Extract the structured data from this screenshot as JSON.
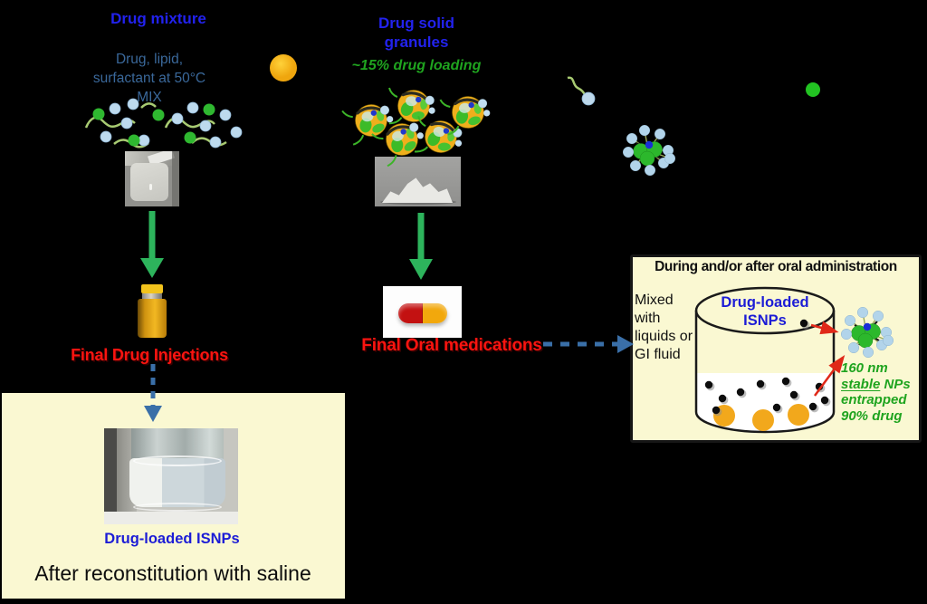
{
  "diagram": {
    "mixture": {
      "title": "Drug mixture",
      "subtitle_line1": "Drug, lipid,",
      "subtitle_line2": "surfactant at 50°C",
      "subtitle_line3": "MIX",
      "final_label": "Final Drug Injections"
    },
    "granules": {
      "title_line1": "Drug solid",
      "title_line2": "granules",
      "loading_note": "~15% drug loading",
      "final_label": "Final Oral medications"
    },
    "reconstitution_panel": {
      "np_label": "Drug-loaded ISNPs",
      "caption": "After reconstitution with saline"
    },
    "oral_admin_panel": {
      "title": "During and/or after oral administration",
      "mix_note_line1": "Mixed",
      "mix_note_line2": "with",
      "mix_note_line3": "liquids or",
      "mix_note_line4": "GI fluid",
      "beaker_label_line1": "Drug-loaded",
      "beaker_label_line2": "ISNPs",
      "np_note_line1": "160 nm",
      "np_note_line2_underlined": "stable",
      "np_note_line2_rest": " NPs",
      "np_note_line3": "entrapped",
      "np_note_line4": "90% drug"
    }
  },
  "icons": {
    "mixture_molecules": "lipid-surfactant-molecules-icon",
    "granule_particles": "drug-granule-icon",
    "surfactant_molecule": "surfactant-molecule-icon",
    "nanoparticle_cluster": "nanoparticle-cluster-icon",
    "orange_particle": "orange-particle-icon",
    "green_particle": "green-particle-icon",
    "down_arrow": "green-down-arrow",
    "dashed_arrow": "blue-dashed-arrow",
    "red_arrow": "red-pointer-arrow"
  },
  "colors": {
    "background": "#000000",
    "heading_blue": "#2222ee",
    "subtitle_steel_blue": "#3a689a",
    "green_text": "#1fa41f",
    "red_label": "#fb1410",
    "arrow_green": "#2db45c",
    "arrow_blue": "#3a6fa8",
    "arrow_red": "#e02818",
    "panel_yellow": "#faf8d2",
    "np_label_blue": "#1c1cd6",
    "orange_particle": "#f2a81c",
    "green_particle": "#2cb82c",
    "lightblue_particle": "#b2d4ea"
  }
}
